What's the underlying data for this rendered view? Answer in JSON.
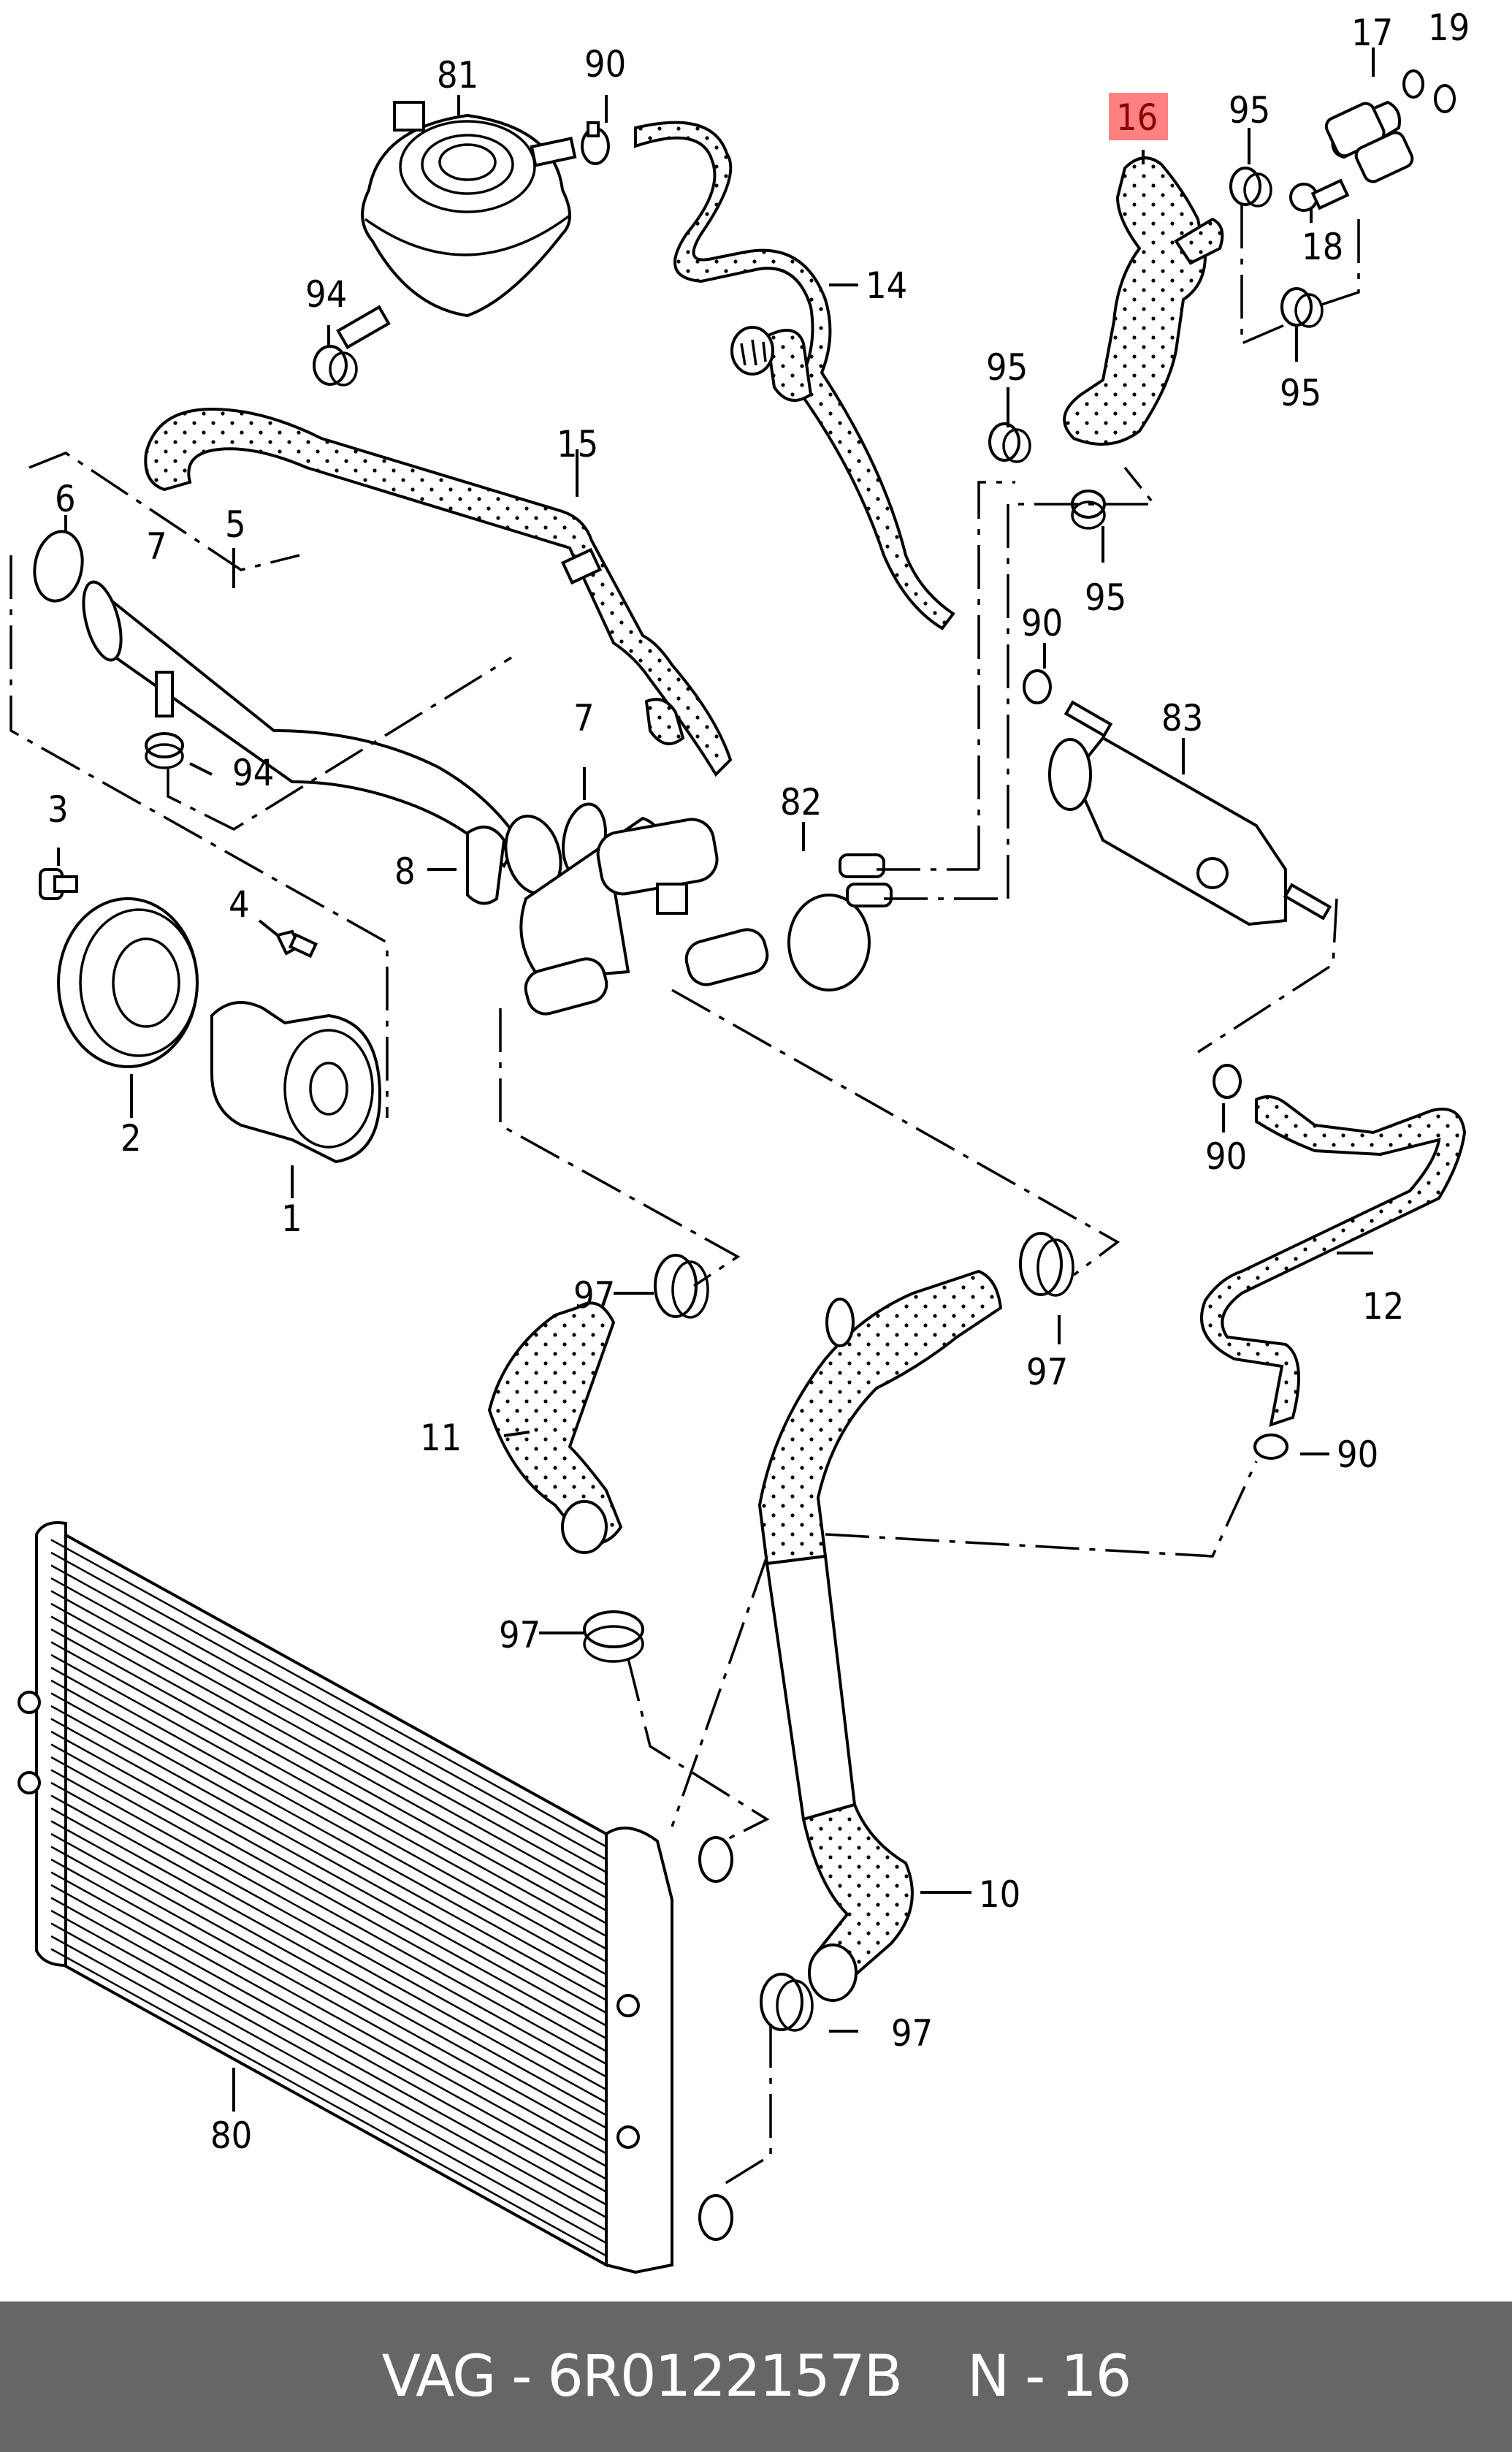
{
  "footer": {
    "brand": "VAG",
    "separator": "-",
    "part_number": "6R0122157B",
    "position_prefix": "N",
    "position_number": "16"
  },
  "diagram": {
    "highlight_color": "#ff8080",
    "highlighted_callout": "16",
    "callouts": {
      "c1": "1",
      "c2": "2",
      "c3": "3",
      "c4": "4",
      "c5": "5",
      "c6": "6",
      "c7a": "7",
      "c7b": "7",
      "c8": "8",
      "c10": "10",
      "c11": "11",
      "c12": "12",
      "c14": "14",
      "c15": "15",
      "c16": "16",
      "c17": "17",
      "c18": "18",
      "c19": "19",
      "c80": "80",
      "c81": "81",
      "c82": "82",
      "c83": "83",
      "c90a": "90",
      "c90b": "90",
      "c90c": "90",
      "c90d": "90",
      "c94a": "94",
      "c94b": "94",
      "c95a": "95",
      "c95b": "95",
      "c95c": "95",
      "c95d": "95",
      "c97a": "97",
      "c97b": "97",
      "c97c": "97",
      "c97d": "97"
    }
  }
}
